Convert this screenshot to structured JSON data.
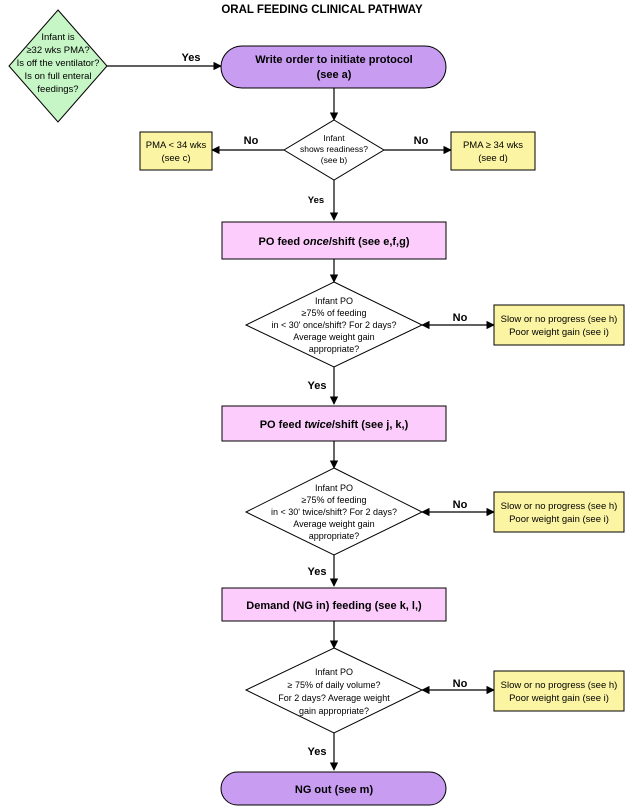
{
  "title": "ORAL FEEDING CLINICAL PATHWAY",
  "colors": {
    "green": "#c6f5c6",
    "purple": "#c89cf0",
    "pink": "#fccdfc",
    "yellow": "#fbf5a3",
    "white": "#ffffff",
    "stroke": "#000000"
  },
  "nodes": {
    "eligibility": {
      "lines": [
        "Infant is",
        "≥32 wks PMA?",
        "Is off the ventilator?",
        "Is on full enteral",
        "feedings?"
      ]
    },
    "initiate": {
      "lines": [
        "Write order to initiate protocol",
        "(see a)"
      ]
    },
    "readiness": {
      "lines": [
        "Infant",
        "shows readiness?",
        "(see b)"
      ]
    },
    "pma_lt": {
      "lines": [
        "PMA < 34 wks",
        "(see c)"
      ]
    },
    "pma_ge": {
      "lines": [
        "PMA ≥ 34 wks",
        "(see d)"
      ]
    },
    "feed_once": {
      "pre": "PO feed ",
      "em": "once",
      "post": "/shift (see e,f,g)"
    },
    "check_once": {
      "lines": [
        "Infant PO",
        "≥75% of feeding",
        "in < 30' once/shift? For 2 days?",
        "Average weight gain",
        "appropriate?"
      ]
    },
    "slow1": {
      "lines": [
        "Slow or no progress (see h)",
        "Poor weight gain (see i)"
      ]
    },
    "feed_twice": {
      "pre": "PO feed ",
      "em": "twice",
      "post": "/shift (see j, k,)"
    },
    "check_twice": {
      "lines": [
        "Infant PO",
        "≥75% of feeding",
        "in < 30' twice/shift? For 2 days?",
        "Average weight gain",
        "appropriate?"
      ]
    },
    "slow2": {
      "lines": [
        "Slow or no progress (see h)",
        "Poor weight gain (see i)"
      ]
    },
    "demand": {
      "lines": [
        "Demand (NG in) feeding (see k, l,)"
      ]
    },
    "check_daily": {
      "lines": [
        "Infant PO",
        "≥ 75% of daily volume?",
        "For 2 days? Average weight",
        "gain appropriate?"
      ]
    },
    "slow3": {
      "lines": [
        "Slow or no progress (see h)",
        "Poor weight gain (see i)"
      ]
    },
    "ng_out": {
      "lines": [
        "NG out (see m)"
      ]
    }
  },
  "edges": {
    "yes_initiate": "Yes",
    "no_left": "No",
    "no_right": "No",
    "yes_readiness": "Yes",
    "no_once": "No",
    "yes_once": "Yes",
    "no_twice": "No",
    "yes_twice": "Yes",
    "no_daily": "No",
    "yes_daily": "Yes"
  }
}
